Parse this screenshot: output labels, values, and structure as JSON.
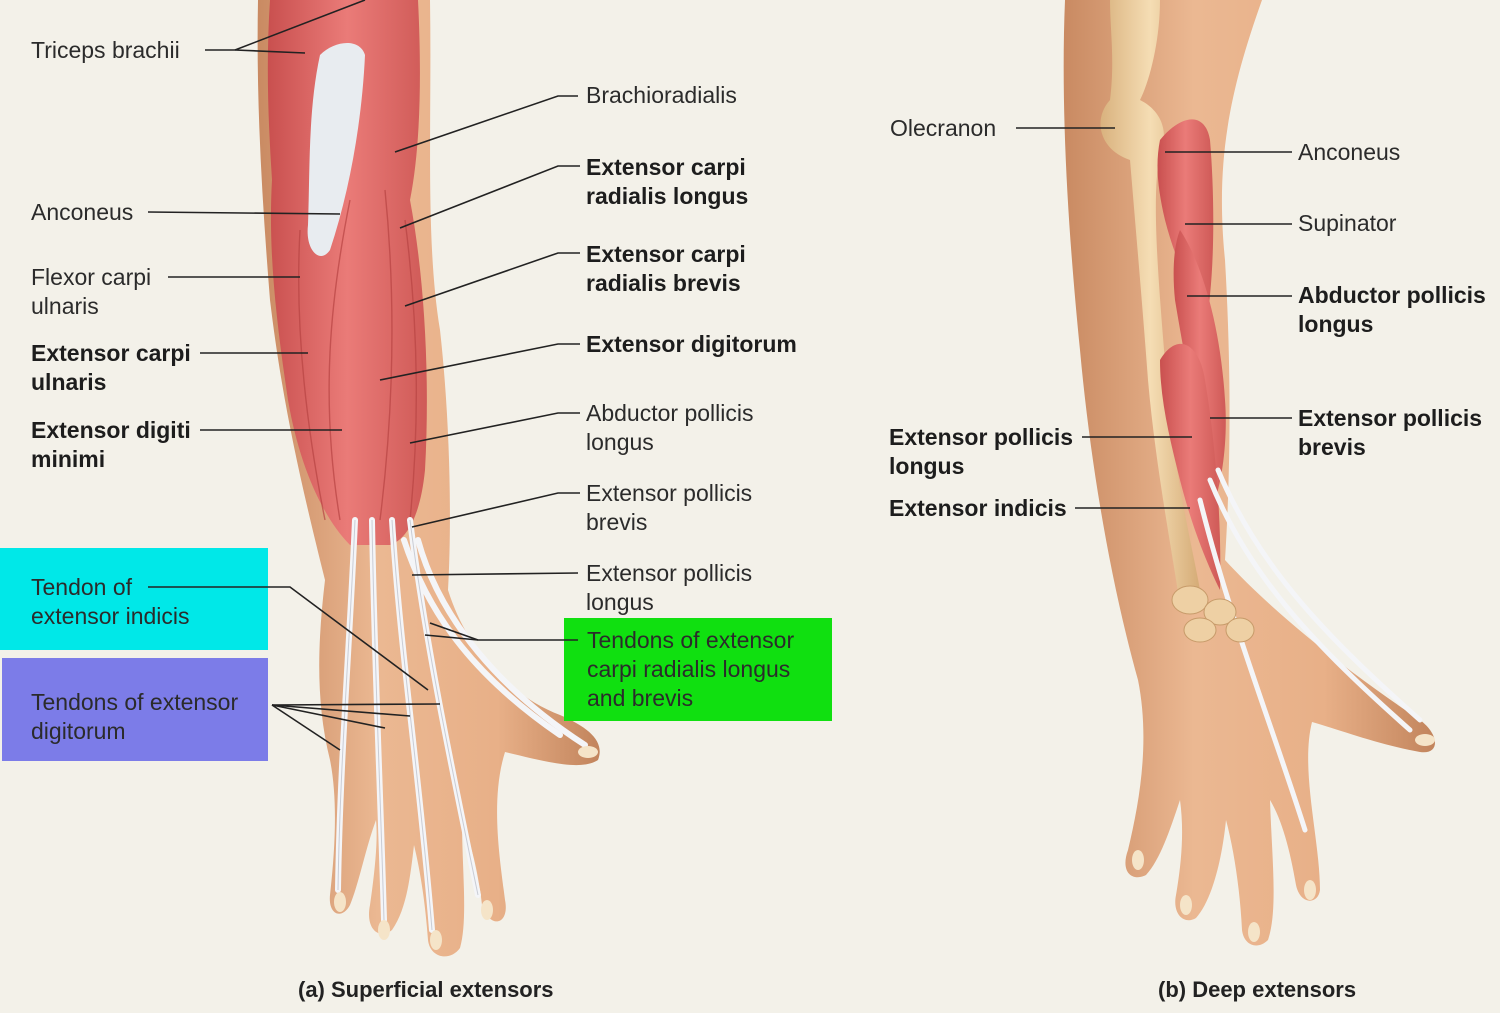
{
  "colors": {
    "background": "#f3f1e9",
    "skin": "#e9b48a",
    "muscle": "#e06a68",
    "tendon": "#f2f2f4",
    "bone": "#efd3a8",
    "highlight_cyan": "#00e8e8",
    "highlight_purple": "#7c7ce8",
    "highlight_green": "#10e010"
  },
  "panel_a": {
    "caption": "(a) Superficial extensors",
    "labels": {
      "triceps": "Triceps brachii",
      "anconeus": "Anconeus",
      "fcu_1": "Flexor carpi",
      "fcu_2": "ulnaris",
      "ecu_1": "Extensor carpi",
      "ecu_2": "ulnaris",
      "edm_1": "Extensor digiti",
      "edm_2": "minimi",
      "ext_indicis_tendon_1": "Tendon of",
      "ext_indicis_tendon_2": "extensor indicis",
      "ext_dig_tendons_1": "Tendons of extensor",
      "ext_dig_tendons_2": "digitorum",
      "brachioradialis": "Brachioradialis",
      "ecrl_1": "Extensor carpi",
      "ecrl_2": "radialis longus",
      "ecrb_1": "Extensor carpi",
      "ecrb_2": "radialis brevis",
      "ext_digitorum": "Extensor digitorum",
      "apl_1": "Abductor pollicis",
      "apl_2": "longus",
      "epb_1": "Extensor pollicis",
      "epb_2": "brevis",
      "epl_1": "Extensor pollicis",
      "epl_2": "longus",
      "ecr_tendons_1": "Tendons of extensor",
      "ecr_tendons_2": "carpi radialis longus",
      "ecr_tendons_3": "and brevis"
    }
  },
  "panel_b": {
    "caption": "(b) Deep extensors",
    "labels": {
      "olecranon": "Olecranon",
      "anconeus": "Anconeus",
      "supinator": "Supinator",
      "apl_1": "Abductor pollicis",
      "apl_2": "longus",
      "epb_1": "Extensor pollicis",
      "epb_2": "brevis",
      "epl_1": "Extensor pollicis",
      "epl_2": "longus",
      "ext_indicis": "Extensor indicis"
    }
  }
}
